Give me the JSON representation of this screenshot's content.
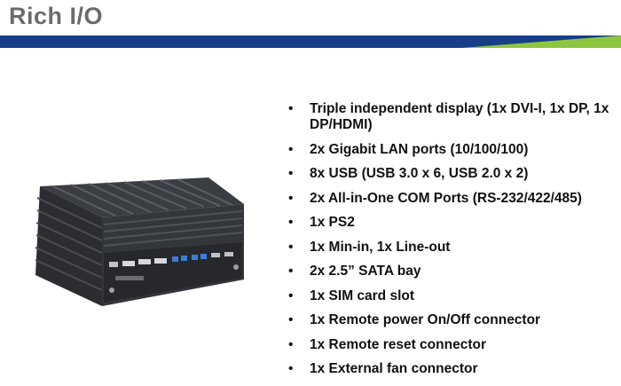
{
  "slide": {
    "title": "Rich I/O"
  },
  "colors": {
    "title_gray": "#6b6b6b",
    "band_blue": "#173f87",
    "band_green": "#8ec63f"
  },
  "bullet_icon": "bullet-dot-icon",
  "bullets": [
    "Triple independent display (1x DVI-I, 1x DP, 1x DP/HDMI)",
    "2x Gigabit LAN ports (10/100/100)",
    "8x USB (USB 3.0 x 6, USB 2.0 x 2)",
    "2x All-in-One COM Ports (RS-232/422/485)",
    "1x PS2",
    "1x Min-in, 1x Line-out",
    "2x 2.5” SATA  bay",
    "1x SIM card slot",
    "1x Remote power On/Off connector",
    "1x Remote reset connector",
    "1x External fan connector"
  ]
}
